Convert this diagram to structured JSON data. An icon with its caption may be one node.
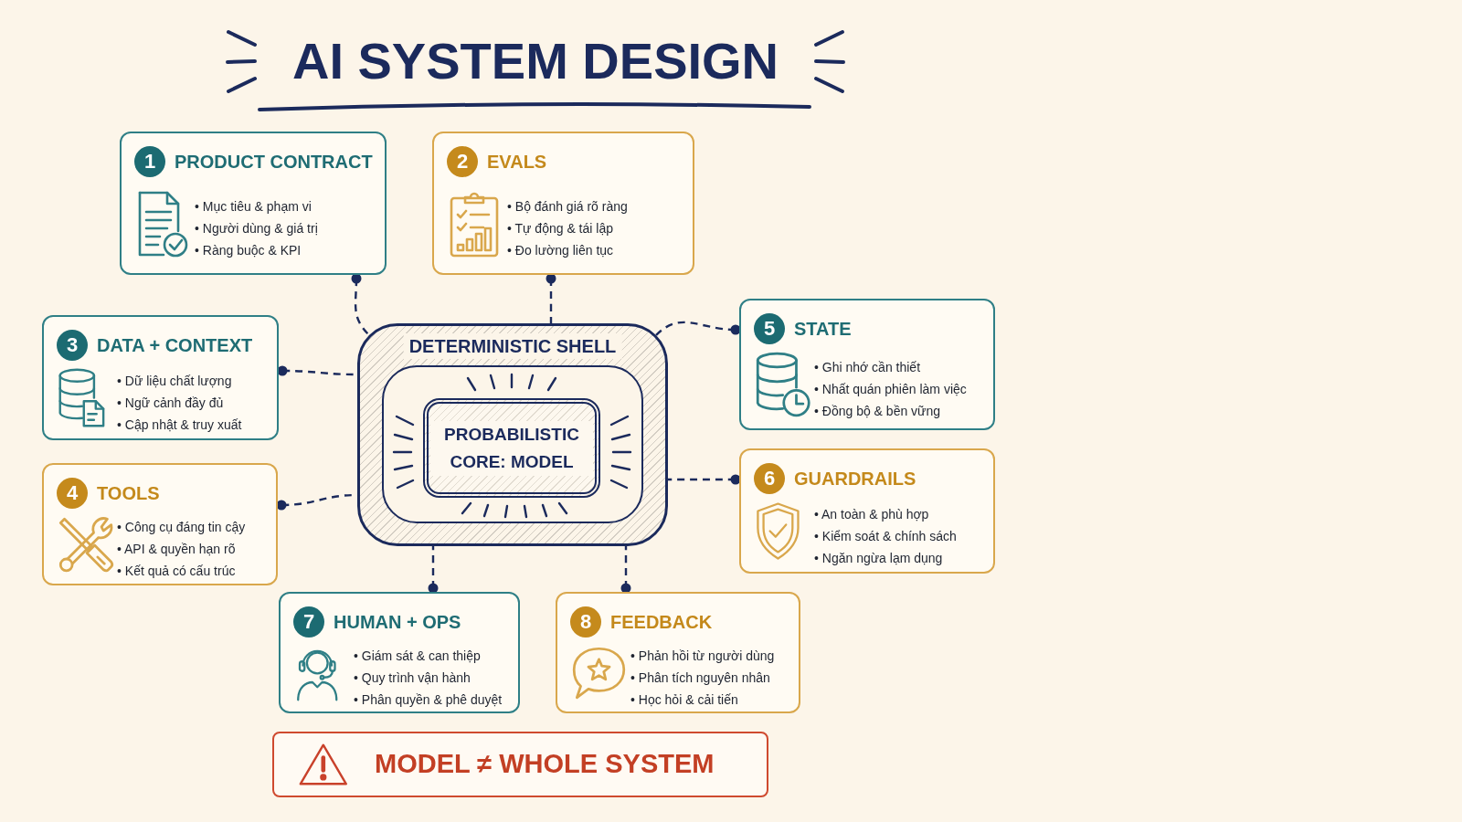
{
  "diagram": {
    "title": "AI SYSTEM DESIGN",
    "nodes": [
      {
        "text": [
          "1",
          "PRODUCT CONTRACT",
          "• Mục tiêu & phạm vi",
          "• Người dùng & giá trị",
          "• Ràng buộc & KPI"
        ]
      },
      {
        "text": [
          "2",
          "EVALS",
          "• Bộ đánh giá rõ ràng",
          "• Tự động & tái lập",
          "• Đo lường liên tục"
        ]
      },
      {
        "text": [
          "3",
          "DATA + CONTEXT",
          "• Dữ liệu chất lượng",
          "• Ngữ cảnh đầy đủ",
          "• Cập nhật & truy xuất"
        ]
      },
      {
        "text": [
          "4",
          "TOOLS",
          "• Công cụ đáng tin cậy",
          "• API & quyền hạn rõ",
          "• Kết quả có cấu trúc"
        ]
      },
      {
        "text": [
          "5",
          "STATE",
          "• Ghi nhớ cần thiết",
          "• Nhất quán phiên làm việc",
          "• Đồng bộ & bền vững"
        ]
      },
      {
        "text": [
          "6",
          "GUARDRAILS",
          "• An toàn & phù hợp",
          "• Kiểm soát & chính sách",
          "• Ngăn ngừa lạm dụng"
        ]
      },
      {
        "text": [
          "7",
          "HUMAN + OPS",
          "• Giám sát & can thiệp",
          "• Quy trình vận hành",
          "• Phân quyền & phê duyệt"
        ]
      },
      {
        "text": [
          "8",
          "FEEDBACK",
          "• Phản hồi từ người dùng",
          "• Phân tích nguyên nhân",
          "• Học hỏi & cải tiến"
        ]
      },
      {
        "text": [
          "DETERMINISTIC SHELL"
        ]
      },
      {
        "text": [],
        "shape": "box",
        "in": 8
      },
      {
        "text": [
          "PROBABILISTIC CORE: MODEL"
        ],
        "in": 9
      },
      {
        "text": [
          "MODEL ≠ WHOLE SYSTEM"
        ]
      }
    ],
    "edges": [
      {
        "from": 0,
        "to": 8,
        "arrow": "other",
        "style": "dashed"
      },
      {
        "from": 1,
        "to": 8,
        "arrow": "other",
        "style": "dashed"
      },
      {
        "from": 2,
        "to": 8,
        "arrow": "other",
        "style": "dashed"
      },
      {
        "from": 3,
        "to": 8,
        "arrow": "other",
        "style": "dashed"
      },
      {
        "from": 4,
        "to": 8,
        "arrow": "other",
        "style": "dashed"
      },
      {
        "from": 5,
        "to": 8,
        "arrow": "other",
        "style": "dashed"
      },
      {
        "from": 6,
        "to": 8,
        "arrow": "other",
        "style": "dashed"
      },
      {
        "from": 7,
        "to": 8,
        "arrow": "other",
        "style": "dashed"
      }
    ]
  }
}
